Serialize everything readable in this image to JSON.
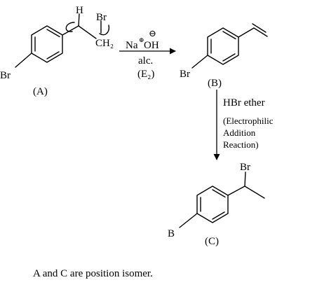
{
  "compound_a": {
    "label": "(A)",
    "atom_h": "H",
    "atom_br_top": "Br",
    "group_ch2": "CH₂",
    "atom_br_ring": "Br"
  },
  "reaction_1": {
    "reagent_na": "Na",
    "reagent_oh": "OH",
    "plus_charge": "⊕",
    "minus_charge": "⊖",
    "solvent": "alc.",
    "mechanism": "(E₂)"
  },
  "compound_b": {
    "label": "(B)",
    "atom_br": "Br"
  },
  "reaction_2": {
    "reagent": "HBr ether",
    "note_line1": "(Electrophilic",
    "note_line2": "Addition",
    "note_line3": "Reaction)"
  },
  "compound_c": {
    "label": "(C)",
    "atom_br_side": "Br",
    "atom_b_ring": "B"
  },
  "conclusion": "A and C are position isomer."
}
